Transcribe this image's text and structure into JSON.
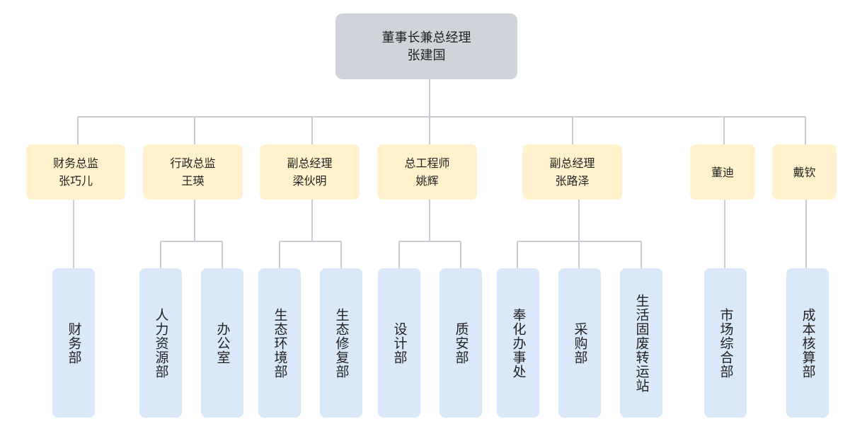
{
  "root": {
    "title": "董事长兼总经理",
    "name": "张建国"
  },
  "managers": [
    {
      "title": "财务总监",
      "name": "张巧儿"
    },
    {
      "title": "行政总监",
      "name": "王瑛"
    },
    {
      "title": "副总经理",
      "name": "梁伙明"
    },
    {
      "title": "总工程师",
      "name": "姚辉"
    },
    {
      "title": "副总经理",
      "name": "张路泽"
    },
    {
      "title": "董迪"
    },
    {
      "title": "戴钦"
    }
  ],
  "departments": [
    {
      "label": "财务部"
    },
    {
      "label": "人力资源部"
    },
    {
      "label": "办公室"
    },
    {
      "label": "生态环境部"
    },
    {
      "label": "生态修复部"
    },
    {
      "label": "设计部"
    },
    {
      "label": "质安部"
    },
    {
      "label": "奉化办事处"
    },
    {
      "label": "采购部"
    },
    {
      "label": "生活固废转运站"
    },
    {
      "label": "市场综合部"
    },
    {
      "label": "成本核算部"
    }
  ],
  "colors": {
    "root_fill": "#cfd4db",
    "manager_fill": "#fff2cc",
    "department_fill": "#d9e9fa",
    "connector": "#c8cdd4"
  }
}
